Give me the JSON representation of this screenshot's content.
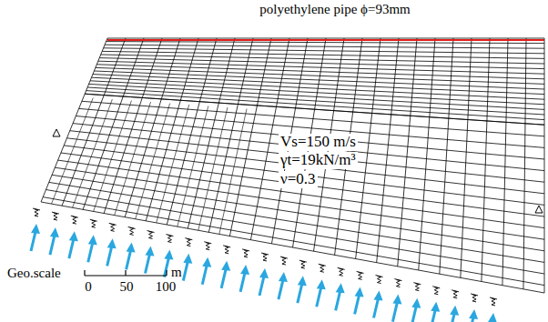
{
  "diagram": {
    "labels": [
      "polyethylene pipe ϕ=93mm",
      "Vs=150 m/s",
      "γt=19kN/m³",
      "ν=0.3",
      "Geo.scale",
      "0",
      "50",
      "100",
      "m"
    ]
  }
}
